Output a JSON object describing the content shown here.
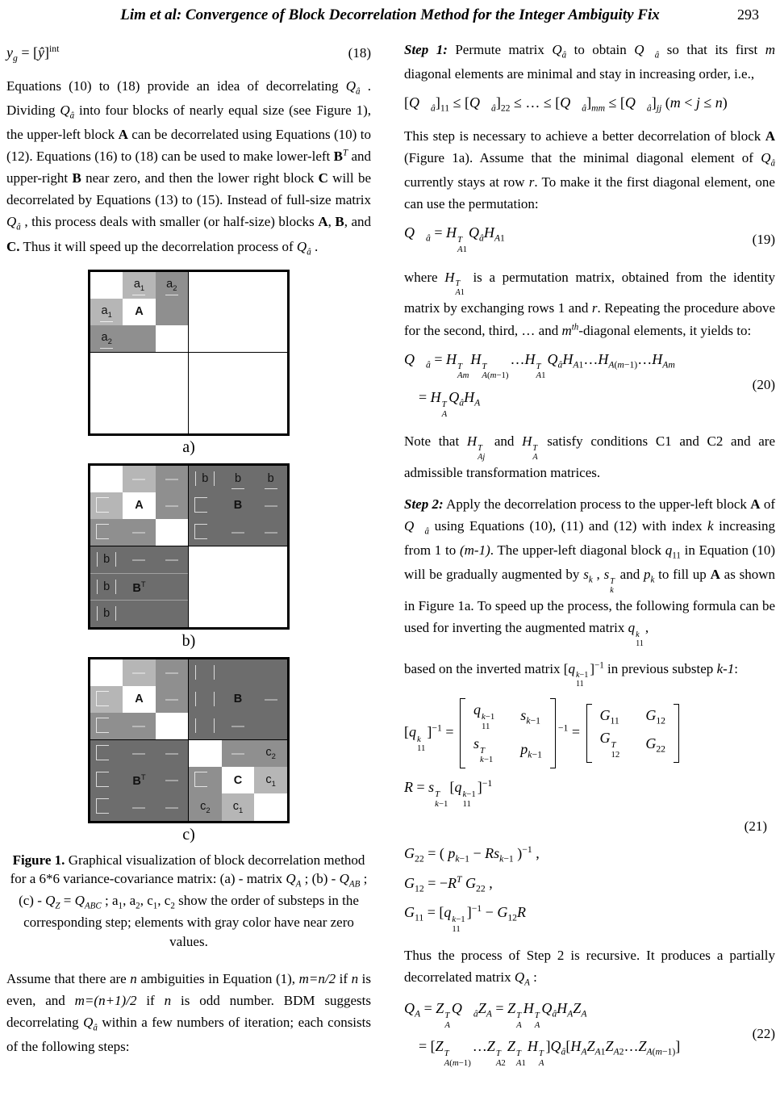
{
  "header": {
    "title": "Lim et al: Convergence of Block Decorrelation Method for the Integer Ambiguity Fix",
    "page_number": "293"
  },
  "left": {
    "eq18": {
      "body": "<i>y</i><sub><i>g</i></sub> = [<i>y&#770;</i>]<sup>int</sup>",
      "num": "(18)"
    },
    "p1": "Equations (10) to (18) provide an idea of decorrelating <i>Q</i><sub><i>a&#770;</i></sub> . Dividing <i>Q</i><sub><i>a&#770;</i></sub> into four blocks of nearly equal size (see Figure 1), the upper-left block <b>A</b> can be decorrelated using Equations (10) to (12). Equations (16) to (18) can be used to make lower-left <b>B</b><sup><i>T</i></sup> and upper-right <b>B</b> near zero, and then the lower right block <b>C</b> will be decorrelated by Equations (13) to (15). Instead of full-size matrix <i>Q</i><sub><i>a&#770;</i></sub> , this process deals with smaller (or half-size) blocks <b>A</b>, <b>B</b>, and <b>C.</b> Thus it will speed up the decorrelation process of <i>Q</i><sub><i>a&#770;</i></sub> .",
    "figure": {
      "colors": {
        "w": "#ffffff",
        "l": "#b6b6b6",
        "m": "#8f8f8f",
        "d": "#6d6d6d"
      },
      "subfigures": [
        {
          "id": "a",
          "label": "a)",
          "tl": [
            [
              "w",
              "",
              ""
            ],
            [
              "l",
              "a<sub>1</sub>",
              "u"
            ],
            [
              "m",
              "a<sub>2</sub>",
              "u"
            ],
            [
              "l",
              "a<sub>1</sub>",
              "u"
            ],
            [
              "w",
              "<b>A</b>",
              ""
            ],
            [
              "m",
              "",
              ""
            ],
            [
              "m",
              "a<sub>2</sub>",
              "u"
            ],
            [
              "m",
              "",
              ""
            ],
            [
              "w",
              "",
              ""
            ]
          ],
          "tr": "empty",
          "bl": "empty",
          "br": "empty"
        },
        {
          "id": "b",
          "label": "b)",
          "tl": [
            [
              "w",
              "",
              ""
            ],
            [
              "l",
              "",
              "dash"
            ],
            [
              "m",
              "",
              "dash"
            ],
            [
              "l",
              "",
              "corner"
            ],
            [
              "w",
              "<b>A</b>",
              ""
            ],
            [
              "m",
              "",
              "dash"
            ],
            [
              "m",
              "",
              "corner"
            ],
            [
              "m",
              "",
              "dash"
            ],
            [
              "w",
              "",
              ""
            ]
          ],
          "tr": [
            [
              "d",
              "b",
              "vbars"
            ],
            [
              "d",
              "b",
              "u"
            ],
            [
              "d",
              "b",
              "u"
            ],
            [
              "d",
              "",
              "corner"
            ],
            [
              "d",
              "<b>B</b>",
              ""
            ],
            [
              "d",
              "",
              "dash"
            ],
            [
              "d",
              "",
              "corner"
            ],
            [
              "d",
              "",
              "dash"
            ],
            [
              "d",
              "",
              "dash"
            ]
          ],
          "bl": [
            [
              "d",
              "b",
              "vbars"
            ],
            [
              "d",
              "",
              "dash"
            ],
            [
              "d",
              "",
              "dash"
            ],
            [
              "d",
              "b",
              "vbars"
            ],
            [
              "d",
              "<b>B</b><sup>T</sup>",
              ""
            ],
            [
              "d",
              "",
              ""
            ],
            [
              "d",
              "b",
              "vbars"
            ],
            [
              "d",
              "",
              ""
            ],
            [
              "d",
              "",
              ""
            ]
          ],
          "bl_rowlines": true,
          "br": "empty"
        },
        {
          "id": "c",
          "label": "c)",
          "tl": [
            [
              "w",
              "",
              ""
            ],
            [
              "l",
              "",
              "dash"
            ],
            [
              "m",
              "",
              "dash"
            ],
            [
              "l",
              "",
              "corner"
            ],
            [
              "w",
              "<b>A</b>",
              ""
            ],
            [
              "m",
              "",
              "dash"
            ],
            [
              "m",
              "",
              "corner"
            ],
            [
              "m",
              "",
              "dash"
            ],
            [
              "w",
              "",
              ""
            ]
          ],
          "tr": [
            [
              "d",
              "",
              "vbars"
            ],
            [
              "d",
              "",
              ""
            ],
            [
              "d",
              "",
              ""
            ],
            [
              "d",
              "",
              "vbars"
            ],
            [
              "d",
              "<b>B</b>",
              ""
            ],
            [
              "d",
              "",
              "dash"
            ],
            [
              "d",
              "",
              "vbars"
            ],
            [
              "d",
              "",
              "dash"
            ],
            [
              "d",
              "",
              ""
            ]
          ],
          "bl": [
            [
              "d",
              "",
              "corner"
            ],
            [
              "d",
              "",
              "dash"
            ],
            [
              "d",
              "",
              "dash"
            ],
            [
              "d",
              "",
              "corner"
            ],
            [
              "d",
              "<b>B</b><sup>T</sup>",
              ""
            ],
            [
              "d",
              "",
              "dash"
            ],
            [
              "d",
              "",
              "corner"
            ],
            [
              "d",
              "",
              "dash"
            ],
            [
              "d",
              "",
              "dash"
            ]
          ],
          "br": [
            [
              "w",
              "",
              ""
            ],
            [
              "m",
              "",
              "dash"
            ],
            [
              "m",
              "c<sub>2</sub>",
              ""
            ],
            [
              "m",
              "",
              "corner"
            ],
            [
              "w",
              "<b>C</b>",
              ""
            ],
            [
              "l",
              "c<sub>1</sub>",
              ""
            ],
            [
              "m",
              "c<sub>2</sub>",
              ""
            ],
            [
              "l",
              "c<sub>1</sub>",
              ""
            ],
            [
              "w",
              "",
              ""
            ]
          ]
        }
      ]
    },
    "caption": "<b>Figure 1.</b> Graphical visualization of block decorrelation method for a 6*6 variance-covariance matrix: (a) - matrix <i>Q</i><sub><i>A</i></sub> ; (b) - <i>Q</i><sub><i>AB</i></sub> ;  (c) - <i>Q</i><sub><i>Z</i></sub> = <i>Q</i><sub><i>ABC</i></sub> ;  a<sub>1</sub>, a<sub>2</sub>, c<sub>1</sub>, c<sub>2</sub> show the order of substeps in the corresponding step; elements with gray color have near zero values.",
    "p2": "Assume that there are <i>n</i> ambiguities in Equation (1), <i>m=n/2</i> if <i>n</i> is even, and <i>m=(n+1)/2</i> if <i>n</i> is odd number. BDM suggests decorrelating <i>Q</i><sub><i>a&#770;</i></sub> within a few numbers of iteration; each consists of the following steps:"
  },
  "right": {
    "step1": "<b><i>Step 1:</i></b> Permute matrix <i>Q</i><sub><i>a&#770;</i></sub> to obtain <i>Q&#8407;</i><sub><i>a&#770;</i></sub> so that its first <i>m</i> diagonal elements are minimal and stay in increasing order, i.e.,",
    "ineq": "[<i>Q&#8407;</i><sub><i>a&#770;</i></sub>]<sub>11</sub> &#8804; [<i>Q&#8407;</i><sub><i>a&#770;</i></sub>]<sub>22</sub> &#8804; &#8230; &#8804; [<i>Q&#8407;</i><sub><i>a&#770;</i></sub>]<sub><i>mm</i></sub> &#8804; [<i>Q&#8407;</i><sub><i>a&#770;</i></sub>]<sub><i>jj</i></sub> (<i>m</i> &lt; <i>j</i> &#8804; <i>n</i>)",
    "p_necessary": "This step is necessary to achieve a better decorrelation of block <b>A</b> (Figure 1a). Assume that the minimal diagonal element of <i>Q</i><sub><i>a&#770;</i></sub> currently stays at row <i>r</i>. To make it the first diagonal element, one can use the permutation:",
    "eq19": {
      "body": "<i>Q&#8407;</i><sub><i>a&#770;</i></sub> = <i>H</i><span class='ss'><span><i>T</i></span><span><i>A</i>1</span></span><i>Q</i><sub><i>a&#770;</i></sub><i>H</i><sub><i>A</i>1</sub>",
      "num": "(19)"
    },
    "p_where": "where <i>H</i><span class='ss'><span><i>T</i></span><span><i>A</i>1</span></span> is a permutation matrix, obtained from the identity matrix by exchanging rows 1 and <i>r</i>. Repeating the procedure above for the second, third, &#8230; and <i>m</i><sup><i>th</i></sup>-diagonal elements, it yields to:",
    "eq20": {
      "l1": "<i>Q&#8407;</i><sub><i>a&#770;</i></sub> = <i>H</i><span class='ss'><span><i>T</i></span><span><i>Am</i></span></span><i>H</i><span class='ss'><span><i>T</i></span><span><i>A</i>(<i>m</i>&#8722;1)</span></span>&#8230;<i>H</i><span class='ss'><span><i>T</i></span><span><i>A</i>1</span></span><i>Q</i><sub><i>a&#770;</i></sub><i>H</i><sub><i>A</i>1</sub>&#8230;<i>H</i><sub><i>A</i>(<i>m</i>&#8722;1)</sub>&#8230;<i>H</i><sub><i>Am</i></sub>",
      "l2": "= <i>H</i><span class='ss'><span><i>T</i></span><span><i>A</i></span></span><i>Q</i><sub><i>a&#770;</i></sub><i>H</i><sub><i>A</i></sub>",
      "num": "(20)"
    },
    "p_note": "Note that <i>H</i><span class='ss'><span><i>T</i></span><span><i>Aj</i></span></span> and <i>H</i><span class='ss'><span><i>T</i></span><span><i>A</i></span></span> satisfy conditions C1 and C2 and are admissible transformation matrices.",
    "step2": "<b><i>Step 2:</i></b> Apply the decorrelation process to the upper-left block <b>A</b> of <i>Q&#8407;</i><sub><i>a&#770;</i></sub> using Equations (10), (11) and (12) with index <i>k</i> increasing from 1 to <i>(m-1)</i>. The upper-left diagonal block <i>q</i><sub>11</sub> in Equation (10) will be gradually augmented by <i>s</i><sub><i>k</i></sub> , <i>s</i><span class='ss'><span><i>T</i></span><span><i>k</i></span></span> and <i>p</i><sub><i>k</i></sub> to fill up <b>A</b> as shown in Figure 1a. To speed up the process, the following formula can be used for inverting the augmented matrix <i>q</i><span class='ss'><span><i>k</i></span><span>11</span></span>,",
    "p_based": "based on the inverted matrix [<i>q</i><span class='ss'><span><i>k</i>&#8722;1</span><span>11</span></span>]<sup>&#8722;1</sup> in previous substep <i>k-1</i>:",
    "eq21": {
      "m": "[<i>q</i><span class='ss'><span><i>k</i></span><span>11</span></span>]<sup>&#8722;1</sup> = <span class='mx'><span class='bl2'></span><span class='cells'><span><i>q</i><span class='ss'><span><i>k</i>&#8722;1</span><span>11</span></span></span><span><i>s</i><sub><i>k</i>&#8722;1</sub></span><span><i>s</i><span class='ss'><span><i>T</i></span><span><i>k</i>&#8722;1</span></span></span><span><i>p</i><sub><i>k</i>&#8722;1</sub></span></span><span class='br2'></span></span><sup>&#8722;1</sup> = <span class='mx'><span class='bl2'></span><span class='cells'><span><i>G</i><sub>11</sub></span><span><i>G</i><sub>12</sub></span><span><i>G</i><span class='ss'><span><i>T</i></span><span>12</span></span></span><span><i>G</i><sub>22</sub></span></span><span class='br2'></span></span>",
      "r": "<i>R</i> = <i>s</i><span class='ss'><span><i>T</i></span><span><i>k</i>&#8722;1</span></span>[<i>q</i><span class='ss'><span><i>k</i>&#8722;1</span><span>11</span></span>]<sup>&#8722;1</sup>",
      "num": "(21)",
      "g22": "<i>G</i><sub>22</sub> = ( <i>p</i><sub><i>k</i>&#8722;1</sub> &#8722; <i>Rs</i><sub><i>k</i>&#8722;1</sub> )<sup>&#8722;1</sup> ,",
      "g12": "<i>G</i><sub>12</sub> = &#8722;<i>R</i><sup><i>T</i></sup> <i>G</i><sub>22</sub> ,",
      "g11": "<i>G</i><sub>11</sub> = [<i>q</i><span class='ss'><span><i>k</i>&#8722;1</span><span>11</span></span>]<sup>&#8722;1</sup> &#8722; <i>G</i><sub>12</sub><i>R</i>"
    },
    "p_thus": "Thus the process of Step 2 is recursive. It produces a partially decorrelated matrix <i>Q</i><sub><i>A</i></sub> :",
    "eq22": {
      "l1": "<i>Q</i><sub><i>A</i></sub> = <i>Z</i><span class='ss'><span><i>T</i></span><span><i>A</i></span></span><i>Q&#8407;</i><sub><i>a&#770;</i></sub><i>Z</i><sub><i>A</i></sub> = <i>Z</i><span class='ss'><span><i>T</i></span><span><i>A</i></span></span><i>H</i><span class='ss'><span><i>T</i></span><span><i>A</i></span></span><i>Q</i><sub><i>a&#770;</i></sub><i>H</i><sub><i>A</i></sub><i>Z</i><sub><i>A</i></sub>",
      "l2": "= [<i>Z</i><span class='ss'><span><i>T</i></span><span><i>A</i>(<i>m</i>&#8722;1)</span></span>&#8230;<i>Z</i><span class='ss'><span><i>T</i></span><span><i>A</i>2</span></span><i>Z</i><span class='ss'><span><i>T</i></span><span><i>A</i>1</span></span><i>H</i><span class='ss'><span><i>T</i></span><span><i>A</i></span></span>]<i>Q</i><sub><i>a&#770;</i></sub>[<i>H</i><sub><i>A</i></sub><i>Z</i><sub><i>A</i>1</sub><i>Z</i><sub><i>A</i>2</sub>&#8230;<i>Z</i><sub><i>A</i>(<i>m</i>&#8722;1)</sub>]",
      "num": "(22)"
    }
  }
}
